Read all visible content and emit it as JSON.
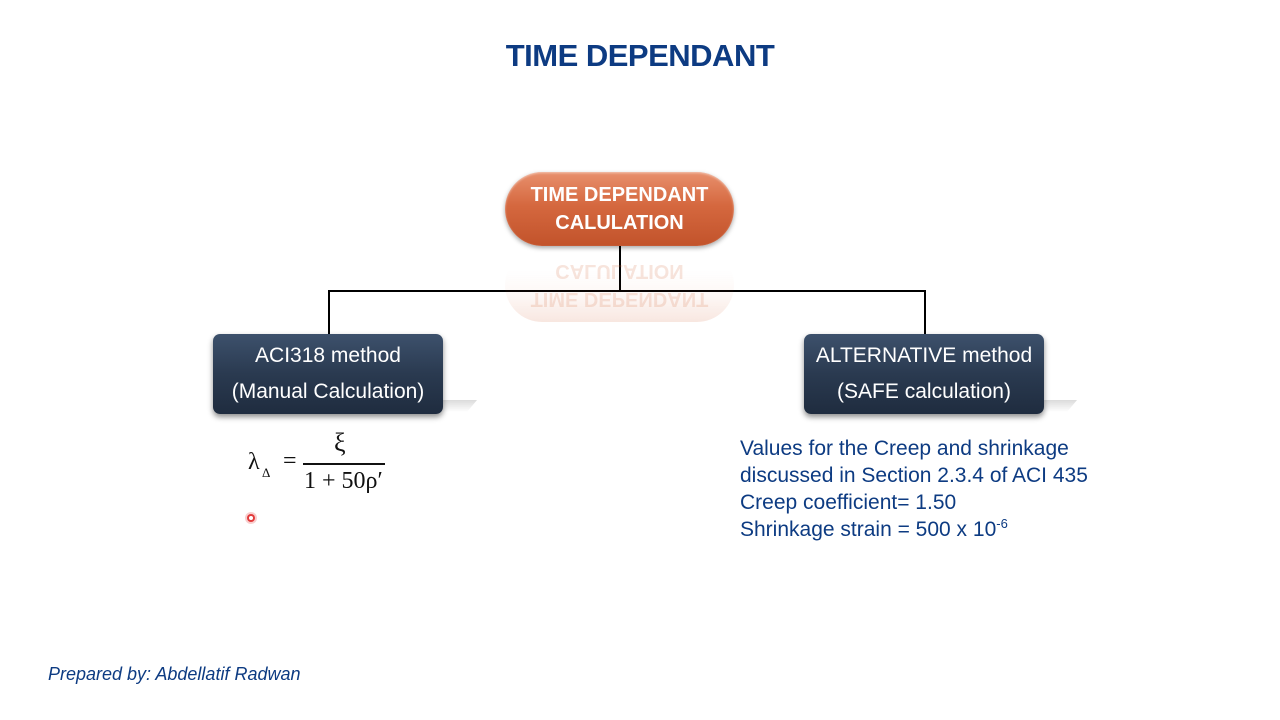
{
  "slide": {
    "title": "TIME DEPENDANT"
  },
  "diagram": {
    "root": {
      "line1": "TIME DEPENDANT",
      "line2": "CALULATION",
      "color": "#d5683f"
    },
    "left_node": {
      "line1": "ACI318 method",
      "line2": "(Manual Calculation)",
      "color": "#2a3a50"
    },
    "right_node": {
      "line1": "ALTERNATIVE method",
      "line2": "(SAFE calculation)",
      "color": "#2a3a50"
    }
  },
  "formula": {
    "lhs": "λ",
    "lhs_subscript": "Δ",
    "equals": "=",
    "numerator": "ξ",
    "denominator": "1 + 50ρ′"
  },
  "notes": {
    "line1": "Values for the Creep and shrinkage",
    "line2": "discussed in Section 2.3.4 of ACI 435",
    "line3": "Creep coefficient= 1.50",
    "line4_base": "Shrinkage strain = 500 x 10",
    "line4_exponent": "-6"
  },
  "footer": {
    "text": "Prepared by: Abdellatif Radwan"
  },
  "colors": {
    "title_text": "#0d3b82",
    "connector": "#000000",
    "pointer": "#e23a3a"
  }
}
